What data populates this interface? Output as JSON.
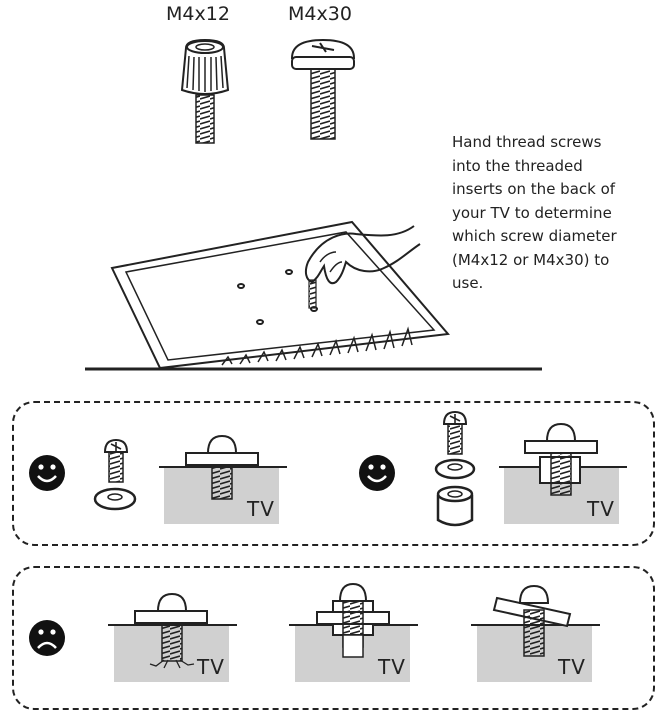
{
  "screws": {
    "short_label": "M4x12",
    "long_label": "M4x30"
  },
  "instructions": {
    "lines": [
      "Hand thread screws",
      "into the threaded",
      "inserts on the back of",
      "your TV to determine",
      "which screw diameter",
      "(M4x12 or M4x30) to",
      "use."
    ]
  },
  "correct_examples": {
    "status_icon": "smiley-icon",
    "items": [
      {
        "surface_label": "TV"
      },
      {
        "surface_label": "TV"
      }
    ]
  },
  "wrong_examples": {
    "status_icon": "sad-face-icon",
    "items": [
      {
        "surface_label": "TV"
      },
      {
        "surface_label": "TV"
      },
      {
        "surface_label": "TV"
      }
    ]
  },
  "colors": {
    "line": "#222222",
    "surface_fill": "#d0d0d0"
  }
}
